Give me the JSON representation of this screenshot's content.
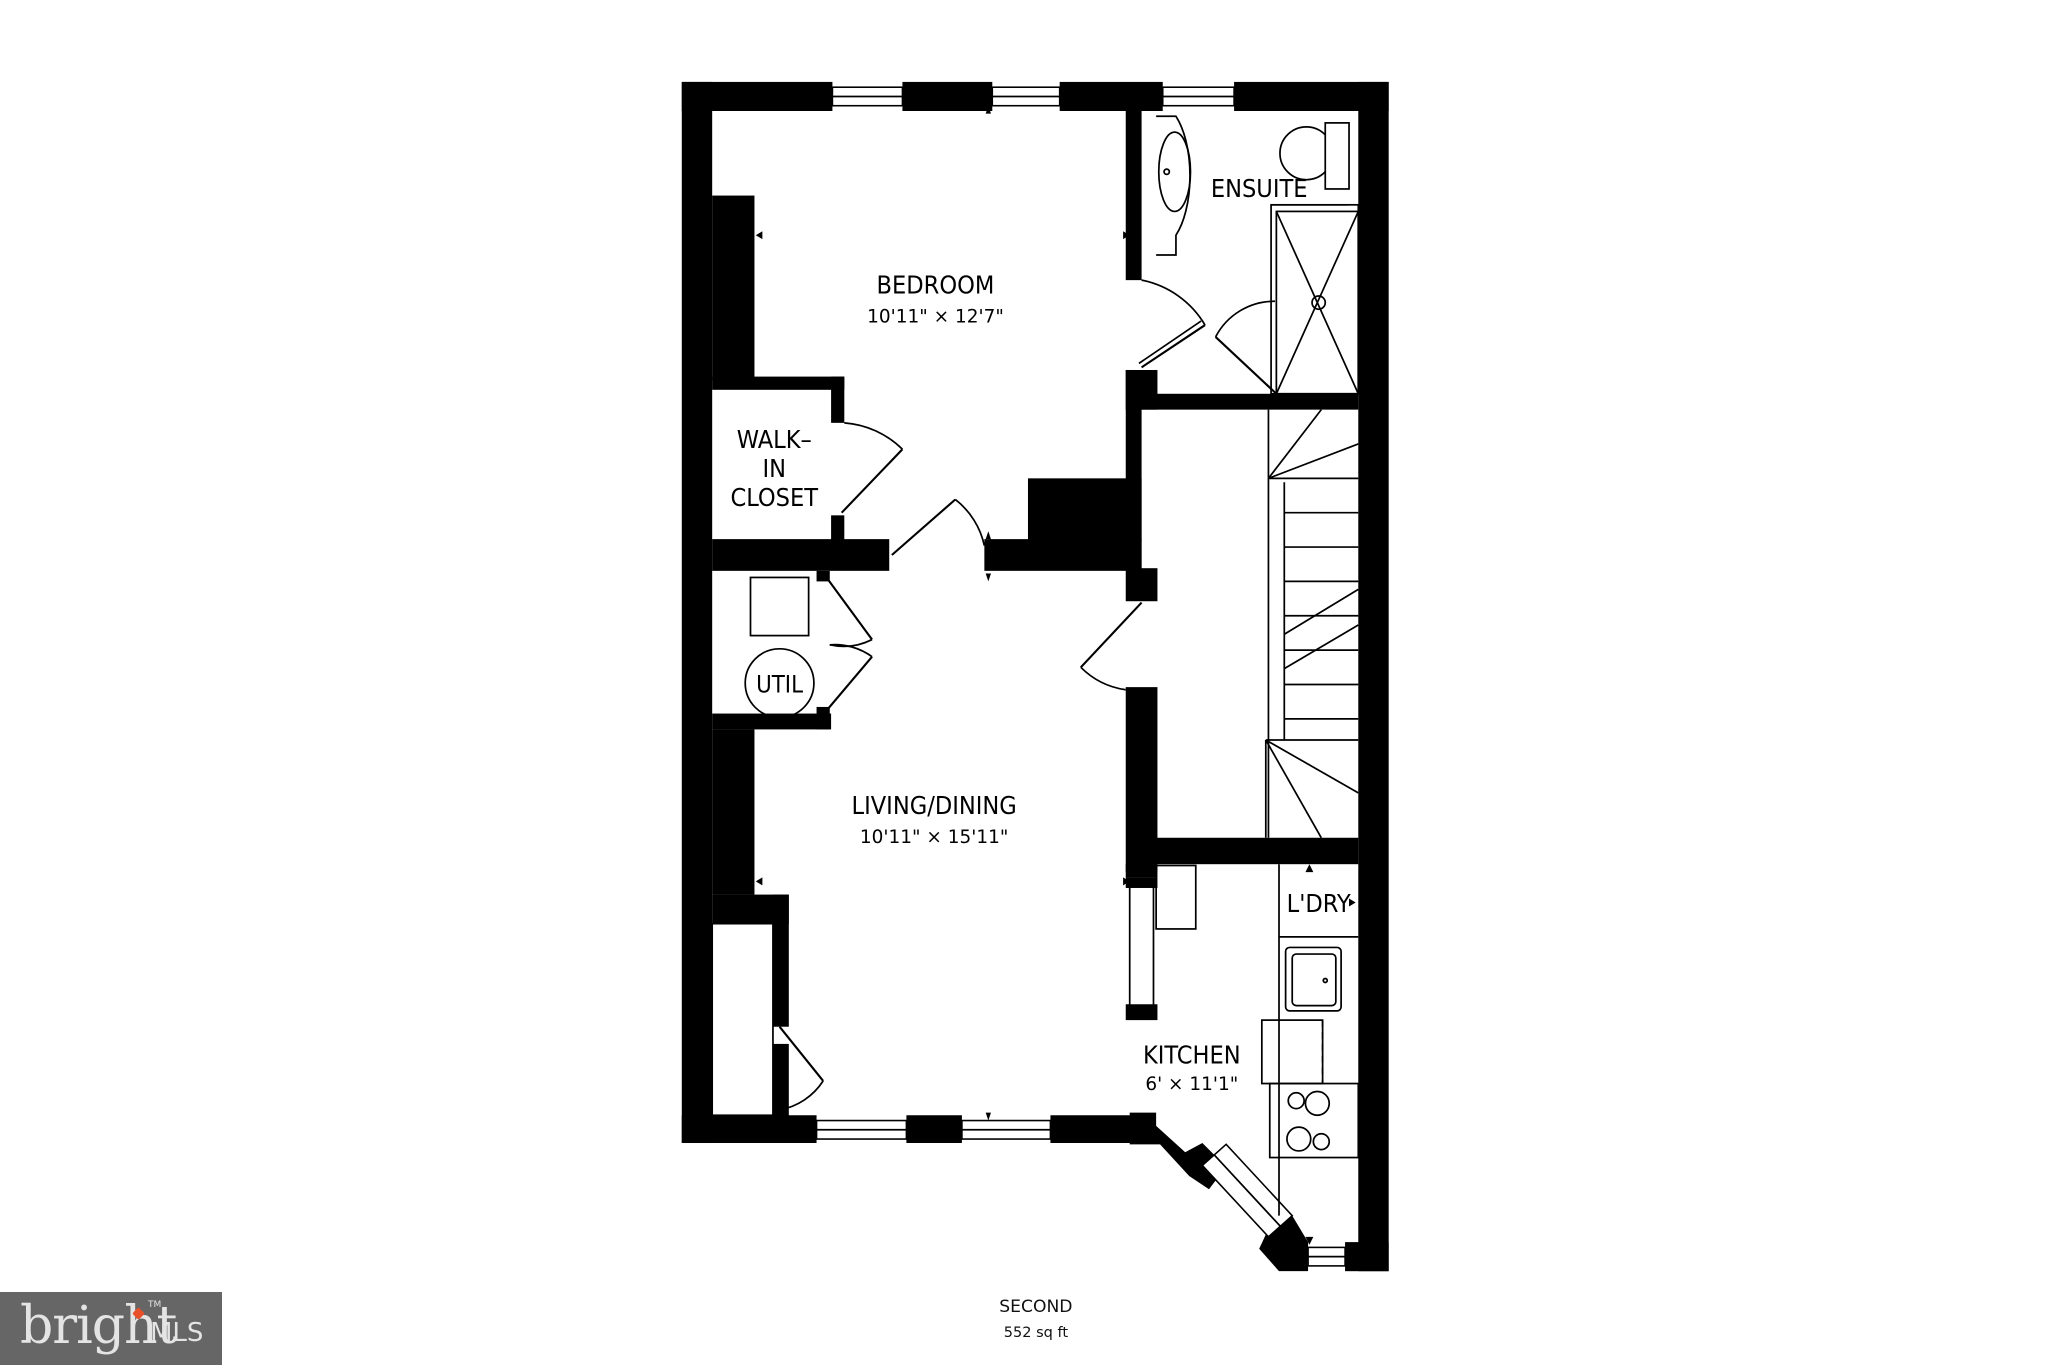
{
  "floor": {
    "name": "SECOND",
    "area": "552 sq ft"
  },
  "rooms": [
    {
      "label": "BEDROOM",
      "dims": "10'11\" × 12'7\""
    },
    {
      "label": "ENSUITE",
      "dims": ""
    },
    {
      "label_lines": [
        "WALK–",
        "IN",
        "CLOSET"
      ]
    },
    {
      "label": "UTIL"
    },
    {
      "label": "LIVING/DINING",
      "dims": "10'11\" × 15'11\""
    },
    {
      "label": "L'DRY"
    },
    {
      "label": "KITCHEN",
      "dims": "6' × 11'1\""
    }
  ],
  "branding": {
    "word": "bright",
    "suffix": "MLS",
    "tm": "TM",
    "accent_color": "#e8502a",
    "bg_color": "#666666"
  }
}
